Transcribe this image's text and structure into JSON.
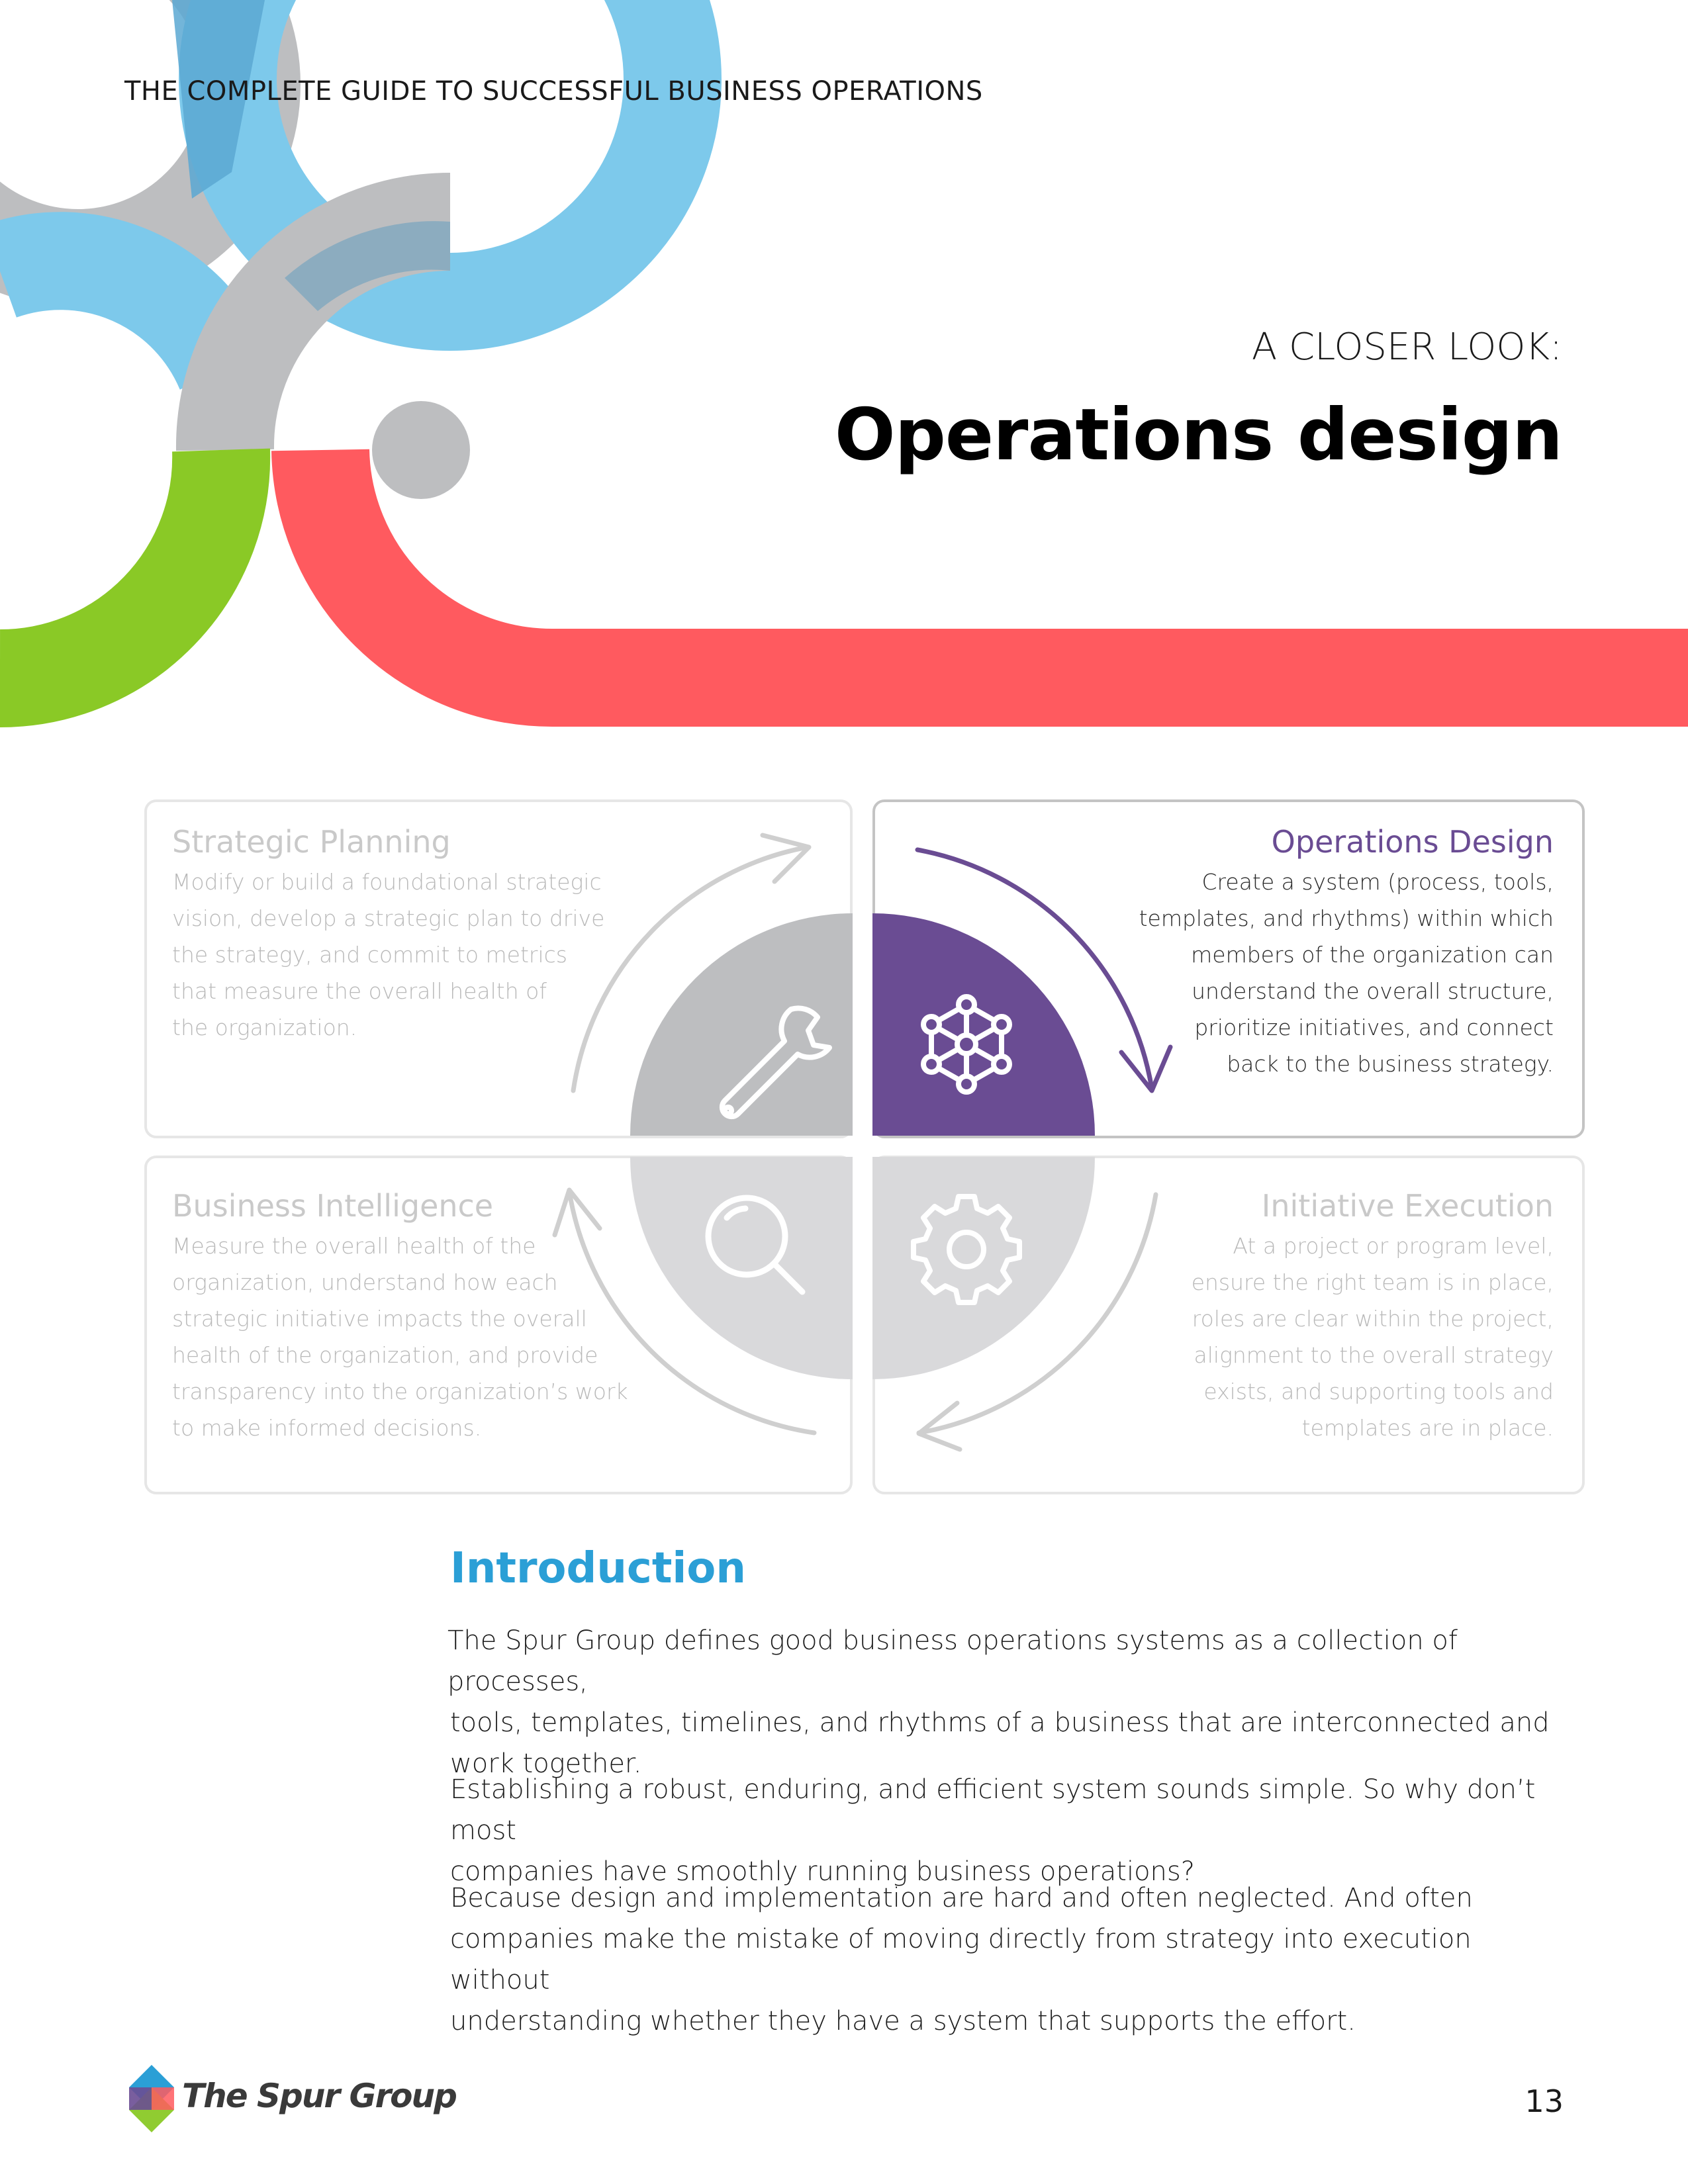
{
  "header": {
    "running_title": "THE COMPLETE GUIDE TO SUCCESSFUL BUSINESS OPERATIONS",
    "kicker": "A CLOSER LOOK:",
    "title": "Operations design"
  },
  "colors": {
    "gray": "#bdbec0",
    "blue": "#7dc9eb",
    "blue_overlap": "#5aa8d2",
    "gray_overlap": "#a6b6c0",
    "green": "#8ac926",
    "red": "#ff5a5f",
    "purple": "#6a4c93",
    "accent_blue": "#2b9fd6"
  },
  "diagram": {
    "active": "operations-design",
    "quadrants": [
      {
        "id": "strategic-planning",
        "title": "Strategic Planning",
        "icon": "wrench-icon",
        "lines": [
          "Modify or build a foundational strategic",
          "vision, develop a strategic plan to drive",
          "the strategy, and commit to metrics",
          "that measure the overall health of",
          "the organization."
        ]
      },
      {
        "id": "operations-design",
        "title": "Operations Design",
        "icon": "network-icon",
        "lines": [
          "Create a system (process, tools,",
          "templates, and rhythms) within which",
          "members of the organization can",
          "understand the overall structure,",
          "prioritize initiatives, and connect",
          "back to the business strategy."
        ]
      },
      {
        "id": "business-intelligence",
        "title": "Business Intelligence",
        "icon": "magnifier-icon",
        "lines": [
          "Measure the overall health of the",
          "organization, understand how each",
          "strategic initiative impacts the overall",
          "health of the organization, and provide",
          "transparency into the organization’s work",
          "to make informed decisions."
        ]
      },
      {
        "id": "initiative-execution",
        "title": "Initiative Execution",
        "icon": "gear-icon",
        "lines": [
          "At a project or program level,",
          "ensure the right team is in place,",
          "roles are clear within the project,",
          "alignment to the overall strategy",
          "exists, and supporting tools and",
          "templates are in place."
        ]
      }
    ]
  },
  "intro": {
    "heading": "Introduction",
    "p1": [
      "The Spur Group defines good business operations systems as a collection of processes,",
      "tools, templates, timelines, and rhythms of a business that are interconnected and",
      "work together."
    ],
    "p2": [
      "Establishing a robust, enduring, and efficient system sounds simple. So why don’t most",
      "companies have smoothly running business operations?"
    ],
    "p3": [
      "Because design and implementation are hard and often neglected.  And often",
      "companies make the mistake of moving directly from strategy into execution without",
      "understanding whether they have a system that supports the effort."
    ]
  },
  "footer": {
    "logo_text": "The Spur Group",
    "page_number": "13"
  }
}
